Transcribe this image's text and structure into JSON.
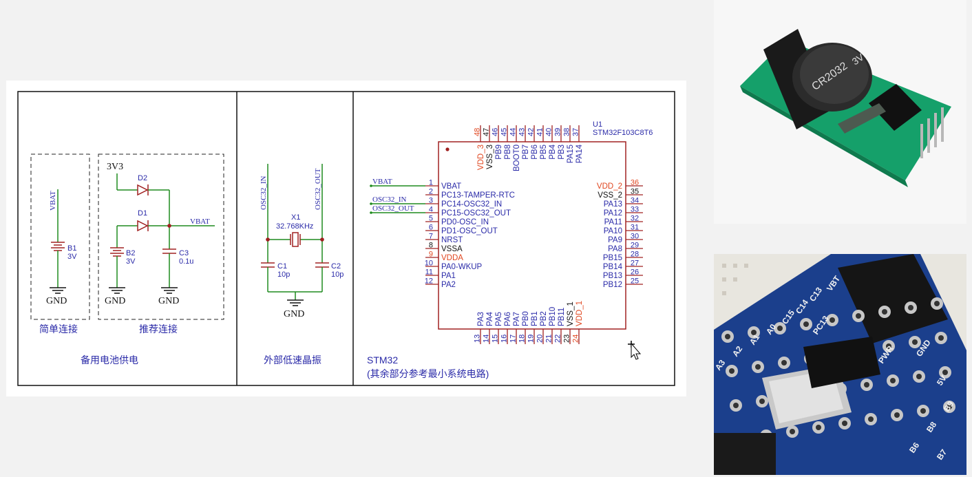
{
  "sections": {
    "backup": {
      "title": "备用电池供电",
      "simple": "简单连接",
      "recommended": "推荐连接"
    },
    "osc": {
      "title": "外部低速晶振"
    },
    "mcu": {
      "title": "STM32",
      "subtitle": "(其余部分参考最小系统电路)"
    }
  },
  "labels": {
    "vbat": "VBAT",
    "gnd": "GND",
    "v3v3": "3V3",
    "osc_in": "OSC32_IN",
    "osc_out": "OSC32_OUT"
  },
  "components": {
    "b1": {
      "ref": "B1",
      "value": "3V"
    },
    "b2": {
      "ref": "B2",
      "value": "3V"
    },
    "c3": {
      "ref": "C3",
      "value": "0.1u"
    },
    "d1": {
      "ref": "D1"
    },
    "d2": {
      "ref": "D2"
    },
    "x1": {
      "ref": "X1",
      "value": "32.768KHz"
    },
    "c1": {
      "ref": "C1",
      "value": "10p"
    },
    "c2": {
      "ref": "C2",
      "value": "10p"
    },
    "u1": {
      "ref": "U1",
      "value": "STM32F103C8T6"
    }
  },
  "pins": {
    "left": [
      {
        "num": "1",
        "name": "VBAT",
        "color": "blue"
      },
      {
        "num": "2",
        "name": "PC13-TAMPER-RTC",
        "color": "blue"
      },
      {
        "num": "3",
        "name": "PC14-OSC32_IN",
        "color": "blue"
      },
      {
        "num": "4",
        "name": "PC15-OSC32_OUT",
        "color": "blue"
      },
      {
        "num": "5",
        "name": "PD0-OSC_IN",
        "color": "blue"
      },
      {
        "num": "6",
        "name": "PD1-OSC_OUT",
        "color": "blue"
      },
      {
        "num": "7",
        "name": "NRST",
        "color": "blue"
      },
      {
        "num": "8",
        "name": "VSSA",
        "color": "black"
      },
      {
        "num": "9",
        "name": "VDDA",
        "color": "red"
      },
      {
        "num": "10",
        "name": "PA0-WKUP",
        "color": "blue"
      },
      {
        "num": "11",
        "name": "PA1",
        "color": "blue"
      },
      {
        "num": "12",
        "name": "PA2",
        "color": "blue"
      }
    ],
    "right": [
      {
        "num": "36",
        "name": "VDD_2",
        "color": "red"
      },
      {
        "num": "35",
        "name": "VSS_2",
        "color": "black"
      },
      {
        "num": "34",
        "name": "PA13",
        "color": "blue"
      },
      {
        "num": "33",
        "name": "PA12",
        "color": "blue"
      },
      {
        "num": "32",
        "name": "PA11",
        "color": "blue"
      },
      {
        "num": "31",
        "name": "PA10",
        "color": "blue"
      },
      {
        "num": "30",
        "name": "PA9",
        "color": "blue"
      },
      {
        "num": "29",
        "name": "PA8",
        "color": "blue"
      },
      {
        "num": "28",
        "name": "PB15",
        "color": "blue"
      },
      {
        "num": "27",
        "name": "PB14",
        "color": "blue"
      },
      {
        "num": "26",
        "name": "PB13",
        "color": "blue"
      },
      {
        "num": "25",
        "name": "PB12",
        "color": "blue"
      }
    ],
    "top": [
      {
        "num": "48",
        "name": "VDD_3",
        "color": "red"
      },
      {
        "num": "47",
        "name": "VSS_3",
        "color": "black"
      },
      {
        "num": "46",
        "name": "PB9",
        "color": "blue"
      },
      {
        "num": "45",
        "name": "PB8",
        "color": "blue"
      },
      {
        "num": "44",
        "name": "BOOT0",
        "color": "blue"
      },
      {
        "num": "43",
        "name": "PB7",
        "color": "blue"
      },
      {
        "num": "42",
        "name": "PB6",
        "color": "blue"
      },
      {
        "num": "41",
        "name": "PB5",
        "color": "blue"
      },
      {
        "num": "40",
        "name": "PB4",
        "color": "blue"
      },
      {
        "num": "39",
        "name": "PB3",
        "color": "blue"
      },
      {
        "num": "38",
        "name": "PA15",
        "color": "blue"
      },
      {
        "num": "37",
        "name": "PA14",
        "color": "blue"
      }
    ],
    "bottom": [
      {
        "num": "13",
        "name": "PA3",
        "color": "blue"
      },
      {
        "num": "14",
        "name": "PA4",
        "color": "blue"
      },
      {
        "num": "15",
        "name": "PA5",
        "color": "blue"
      },
      {
        "num": "16",
        "name": "PA6",
        "color": "blue"
      },
      {
        "num": "17",
        "name": "PA7",
        "color": "blue"
      },
      {
        "num": "18",
        "name": "PB0",
        "color": "blue"
      },
      {
        "num": "19",
        "name": "PB1",
        "color": "blue"
      },
      {
        "num": "20",
        "name": "PB2",
        "color": "blue"
      },
      {
        "num": "21",
        "name": "PB10",
        "color": "blue"
      },
      {
        "num": "22",
        "name": "PB11",
        "color": "blue"
      },
      {
        "num": "23",
        "name": "VSS_1",
        "color": "black"
      },
      {
        "num": "24",
        "name": "VDD_1",
        "color": "red"
      }
    ]
  },
  "photos": {
    "rtc_module": {
      "battery_text": "CR2032",
      "battery_voltage": "3V"
    },
    "board": {
      "labels": [
        "VBT",
        "C13",
        "C14",
        "C15",
        "A0",
        "A1",
        "A2",
        "A3",
        "PC13",
        "PWR",
        "GND",
        "5V",
        "B9",
        "B8",
        "B6",
        "B7"
      ]
    }
  },
  "colors": {
    "blue": "#2a2aa8",
    "red": "#e0461f",
    "black": "#111111",
    "wire": "#1e8a1e",
    "pin": "#a02020",
    "board": "#1b3f8c"
  }
}
